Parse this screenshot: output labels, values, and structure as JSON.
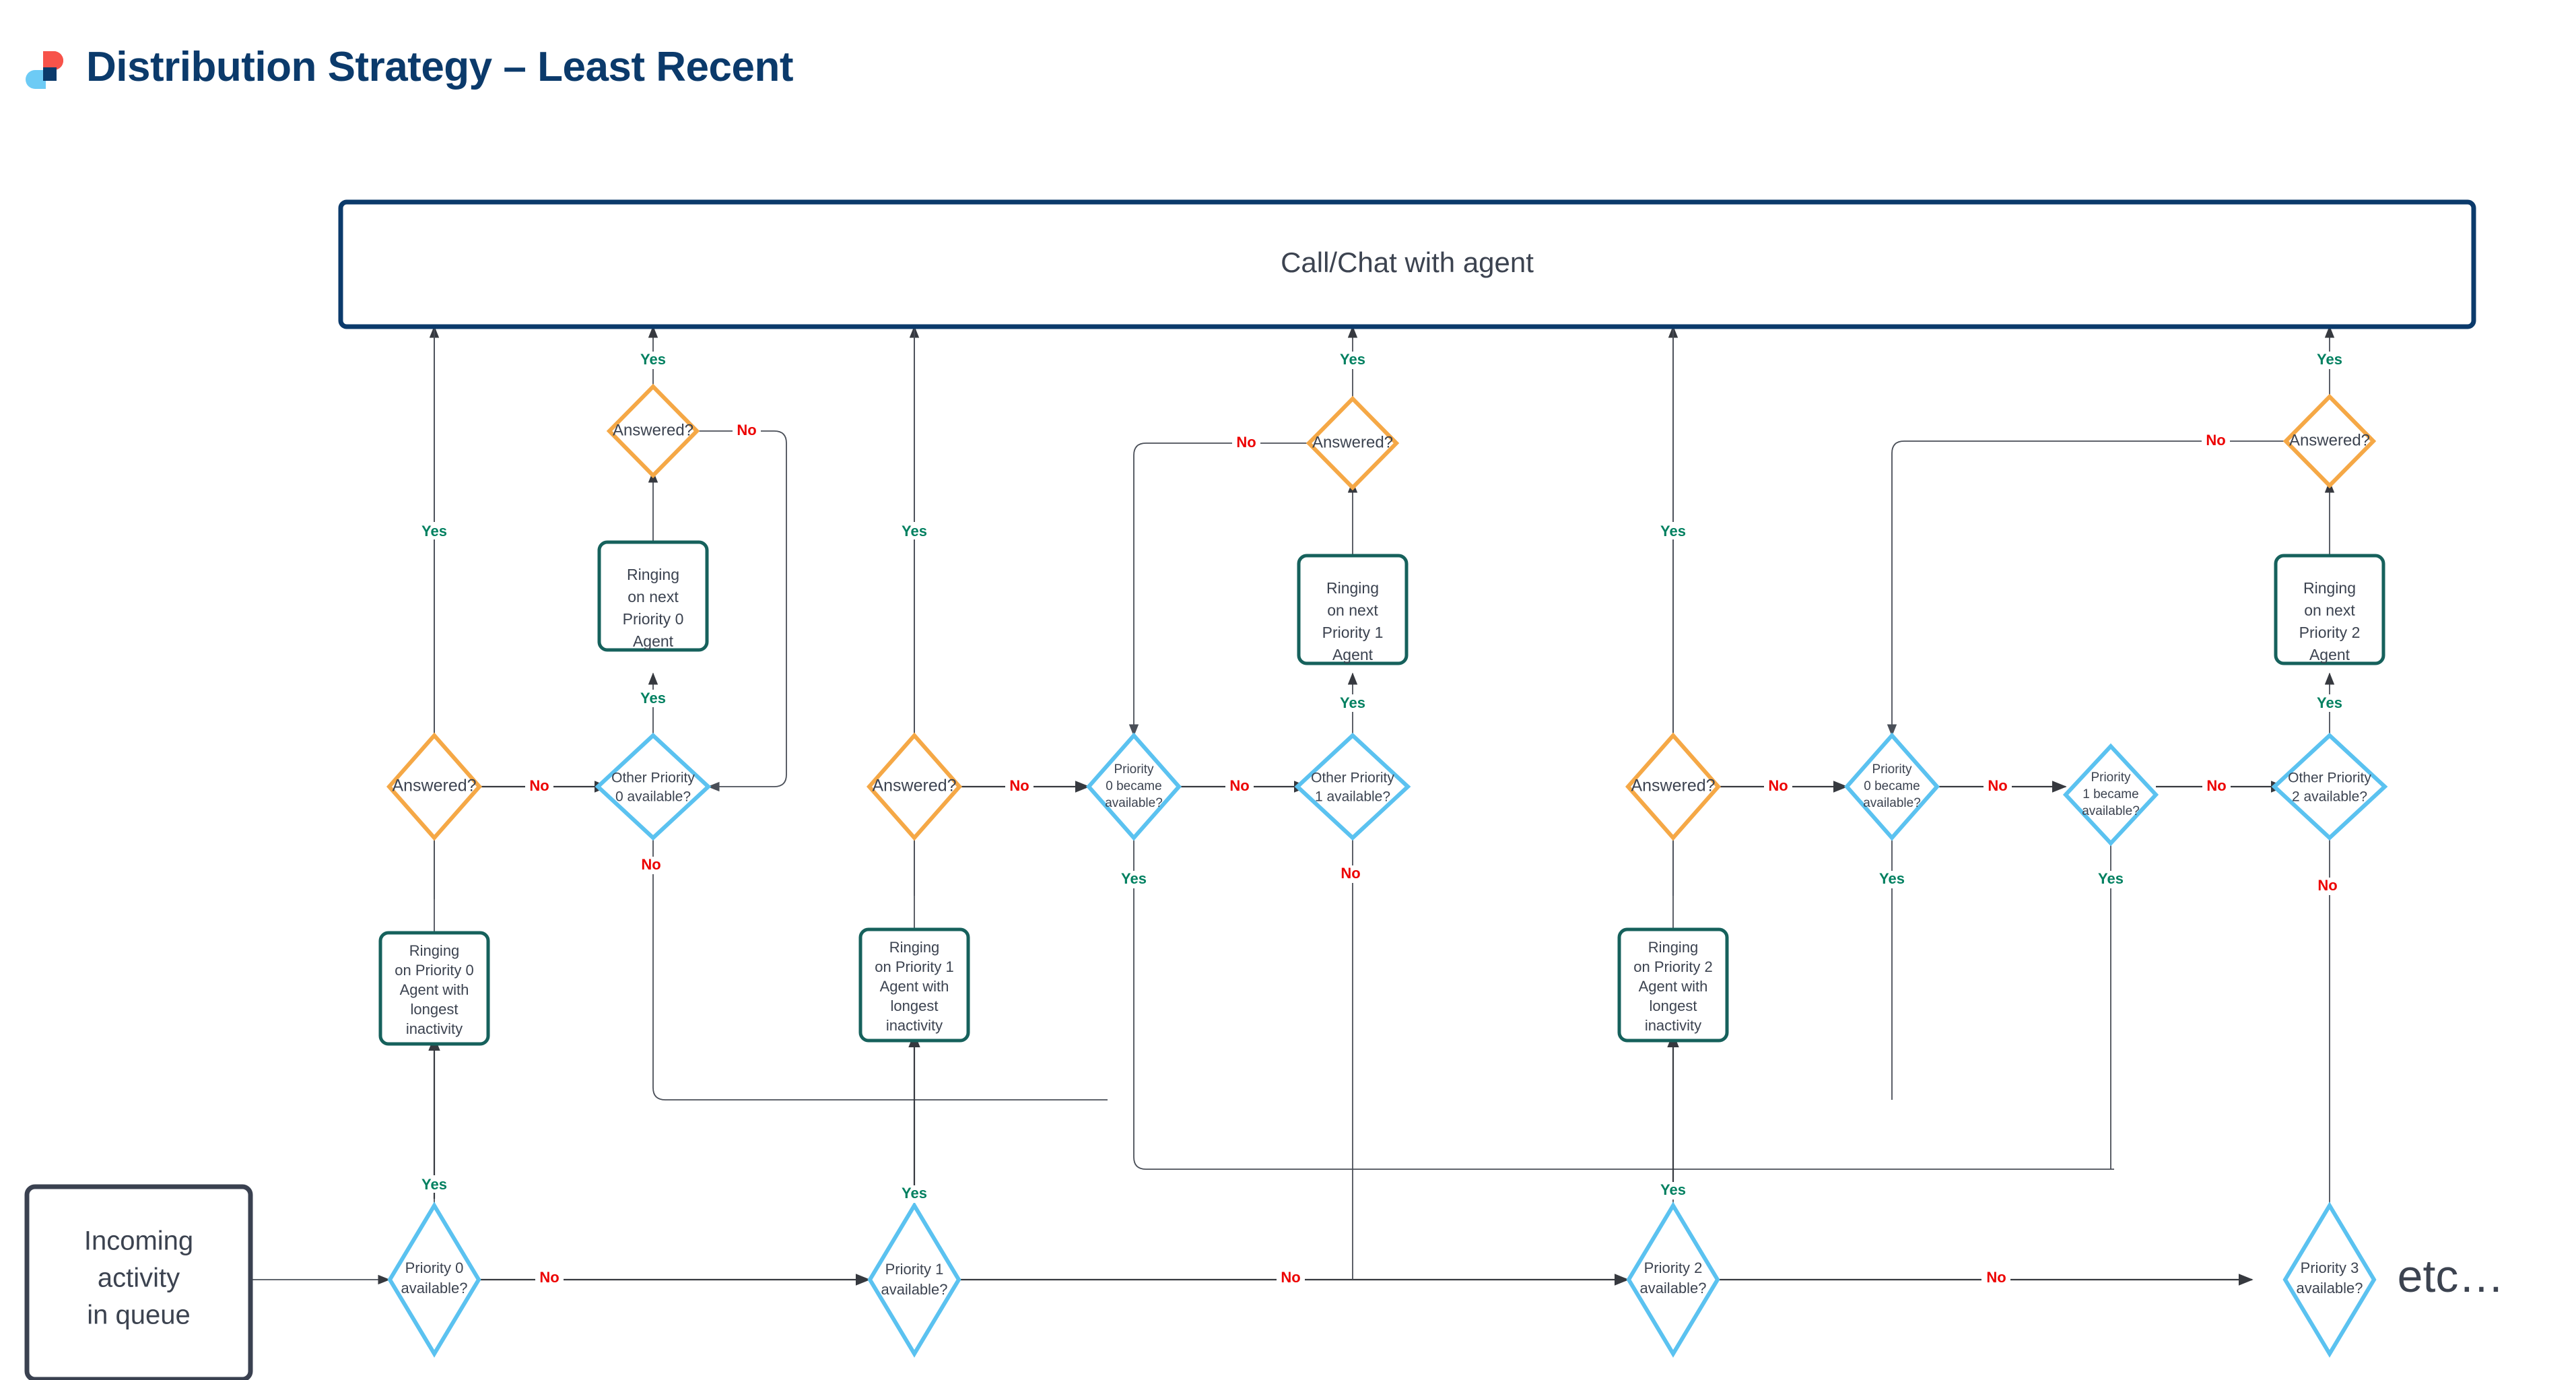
{
  "header": {
    "title": "Distribution Strategy – Least Recent",
    "logo_icon": "visio-logo-icon",
    "title_color": "#0b3a6b"
  },
  "colors": {
    "navy": "#0b3a6b",
    "orange": "#f5a846",
    "light_blue": "#5bc2f0",
    "teal": "#16615c",
    "dark_slate": "#3a4150",
    "yes_green": "#008060",
    "no_red": "#ec0000",
    "connector": "#36393f"
  },
  "nodes": {
    "top_bar": {
      "label": "Call/Chat with agent"
    },
    "start": {
      "label": "Incoming\nactivity\nin queue"
    },
    "etc": {
      "label": "etc…"
    },
    "answered_0": {
      "label": "Answered?"
    },
    "answered_0b": {
      "label": "Answered?"
    },
    "answered_1": {
      "label": "Answered?"
    },
    "answered_1b": {
      "label": "Answered?"
    },
    "answered_2": {
      "label": "Answered?"
    },
    "answered_2b": {
      "label": "Answered?"
    },
    "ring_next_p0": {
      "label": "Ringing\non next\nPriority 0\nAgent"
    },
    "ring_next_p1": {
      "label": "Ringing\non next\nPriority 1\nAgent"
    },
    "ring_next_p2": {
      "label": "Ringing\non next\nPriority 2\nAgent"
    },
    "ring_p0": {
      "label": "Ringing\non Priority 0\nAgent with\nlongest\ninactivity"
    },
    "ring_p1": {
      "label": "Ringing\non Priority 1\nAgent with\nlongest\ninactivity"
    },
    "ring_p2": {
      "label": "Ringing\non Priority 2\nAgent with\nlongest\ninactivity"
    },
    "other_p0": {
      "label": "Other Priority\n0 available?"
    },
    "other_p1": {
      "label": "Other Priority\n1 available?"
    },
    "other_p2": {
      "label": "Other Priority\n2 available?"
    },
    "p0_became_a": {
      "label": "Priority\n0 became\navailable?"
    },
    "p0_became_b": {
      "label": "Priority\n0 became\navailable?"
    },
    "p1_became": {
      "label": "Priority\n1 became\navailable?"
    },
    "avail_p0": {
      "label": "Priority 0\navailable?"
    },
    "avail_p1": {
      "label": "Priority 1\navailable?"
    },
    "avail_p2": {
      "label": "Priority 2\navailable?"
    },
    "avail_p3": {
      "label": "Priority 3\navailable?"
    }
  },
  "edge_labels": {
    "yes": "Yes",
    "no": "No"
  },
  "edges": [
    {
      "id": "e-avail0-yes",
      "label": "Yes"
    },
    {
      "id": "e-avail0-no",
      "label": "No"
    },
    {
      "id": "e-answered0-left",
      "label": "Yes"
    },
    {
      "id": "e-answered0-no",
      "label": "No"
    },
    {
      "id": "e-otherp0-no",
      "label": "No"
    },
    {
      "id": "e-otherp0-yes",
      "label": "Yes"
    },
    {
      "id": "e-answered0b-yes",
      "label": "Yes"
    },
    {
      "id": "e-answered0b-no",
      "label": "No"
    },
    {
      "id": "e-avail1-yes",
      "label": "Yes"
    },
    {
      "id": "e-avail1-no",
      "label": "No"
    },
    {
      "id": "e-answered1-left",
      "label": "Yes"
    },
    {
      "id": "e-answered1-no",
      "label": "No"
    },
    {
      "id": "e-p0became-yes",
      "label": "Yes"
    },
    {
      "id": "e-p0became-no",
      "label": "No"
    },
    {
      "id": "e-otherp1-no",
      "label": "No"
    },
    {
      "id": "e-otherp1-yes",
      "label": "Yes"
    },
    {
      "id": "e-answered1b-yes",
      "label": "Yes"
    },
    {
      "id": "e-answered1b-no",
      "label": "No"
    },
    {
      "id": "e-avail2-yes",
      "label": "Yes"
    },
    {
      "id": "e-avail2-no",
      "label": "No"
    },
    {
      "id": "e-answered2-left",
      "label": "Yes"
    },
    {
      "id": "e-answered2-no",
      "label": "No"
    },
    {
      "id": "e-p0became-b-yes",
      "label": "Yes"
    },
    {
      "id": "e-p0became-b-no",
      "label": "No"
    },
    {
      "id": "e-p1became-yes",
      "label": "Yes"
    },
    {
      "id": "e-p1became-no",
      "label": "No"
    },
    {
      "id": "e-otherp2-no",
      "label": "No"
    },
    {
      "id": "e-otherp2-yes",
      "label": "Yes"
    },
    {
      "id": "e-answered2b-yes",
      "label": "Yes"
    },
    {
      "id": "e-answered2b-no",
      "label": "No"
    },
    {
      "id": "e-avail3-no",
      "label": "No"
    }
  ]
}
